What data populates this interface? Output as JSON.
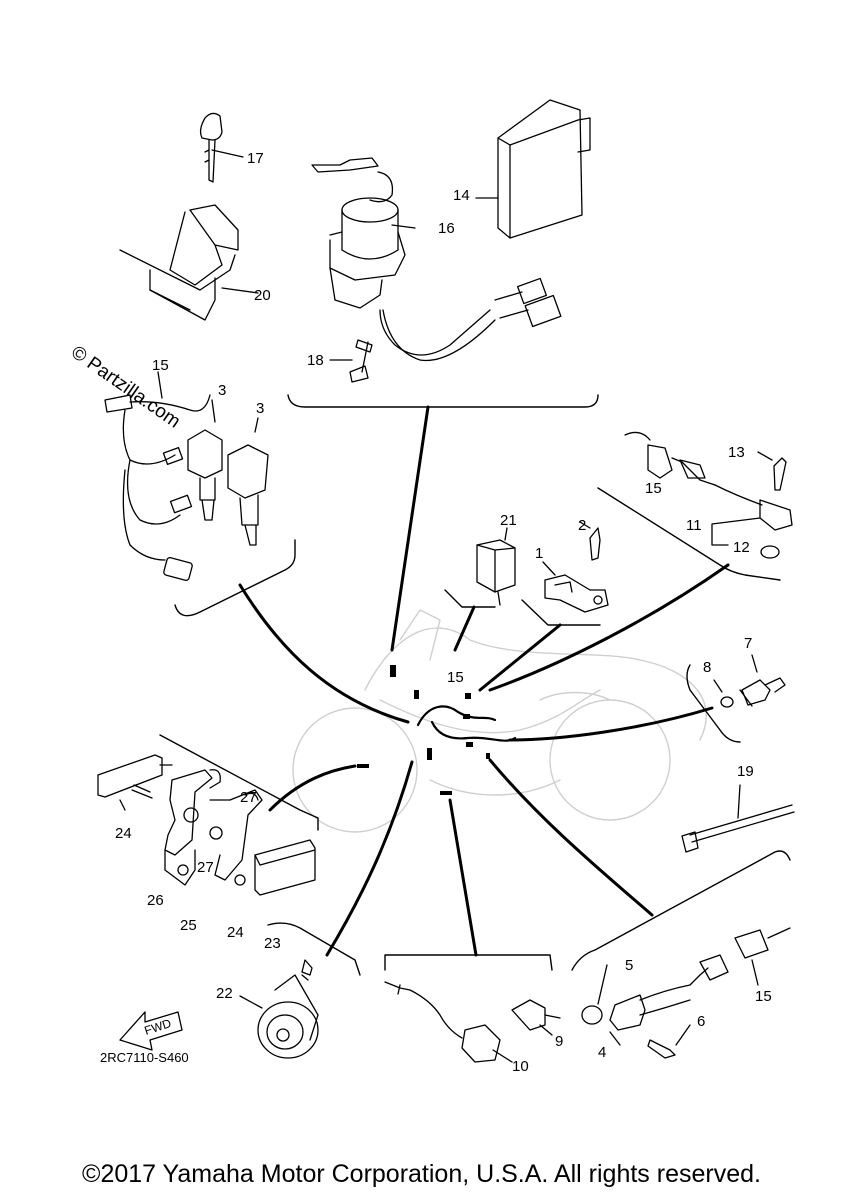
{
  "part_labels": {
    "p1": "1",
    "p2": "2",
    "p3a": "3",
    "p3b": "3",
    "p4": "4",
    "p5": "5",
    "p6": "6",
    "p7": "7",
    "p8": "8",
    "p9": "9",
    "p10": "10",
    "p11": "11",
    "p12": "12",
    "p13": "13",
    "p14": "14",
    "p15a": "15",
    "p15b": "15",
    "p15c": "15",
    "p15d": "15",
    "p16": "16",
    "p17": "17",
    "p18": "18",
    "p19": "19",
    "p20": "20",
    "p21": "21",
    "p22": "22",
    "p23": "23",
    "p24a": "24",
    "p24b": "24",
    "p25": "25",
    "p26": "26",
    "p27a": "27",
    "p27b": "27"
  },
  "direction_marker": "FWD",
  "diagram_code": "2RC7110-S460",
  "watermark": "© Partzilla.com",
  "copyright": "©2017 Yamaha Motor Corporation, U.S.A. All rights reserved."
}
